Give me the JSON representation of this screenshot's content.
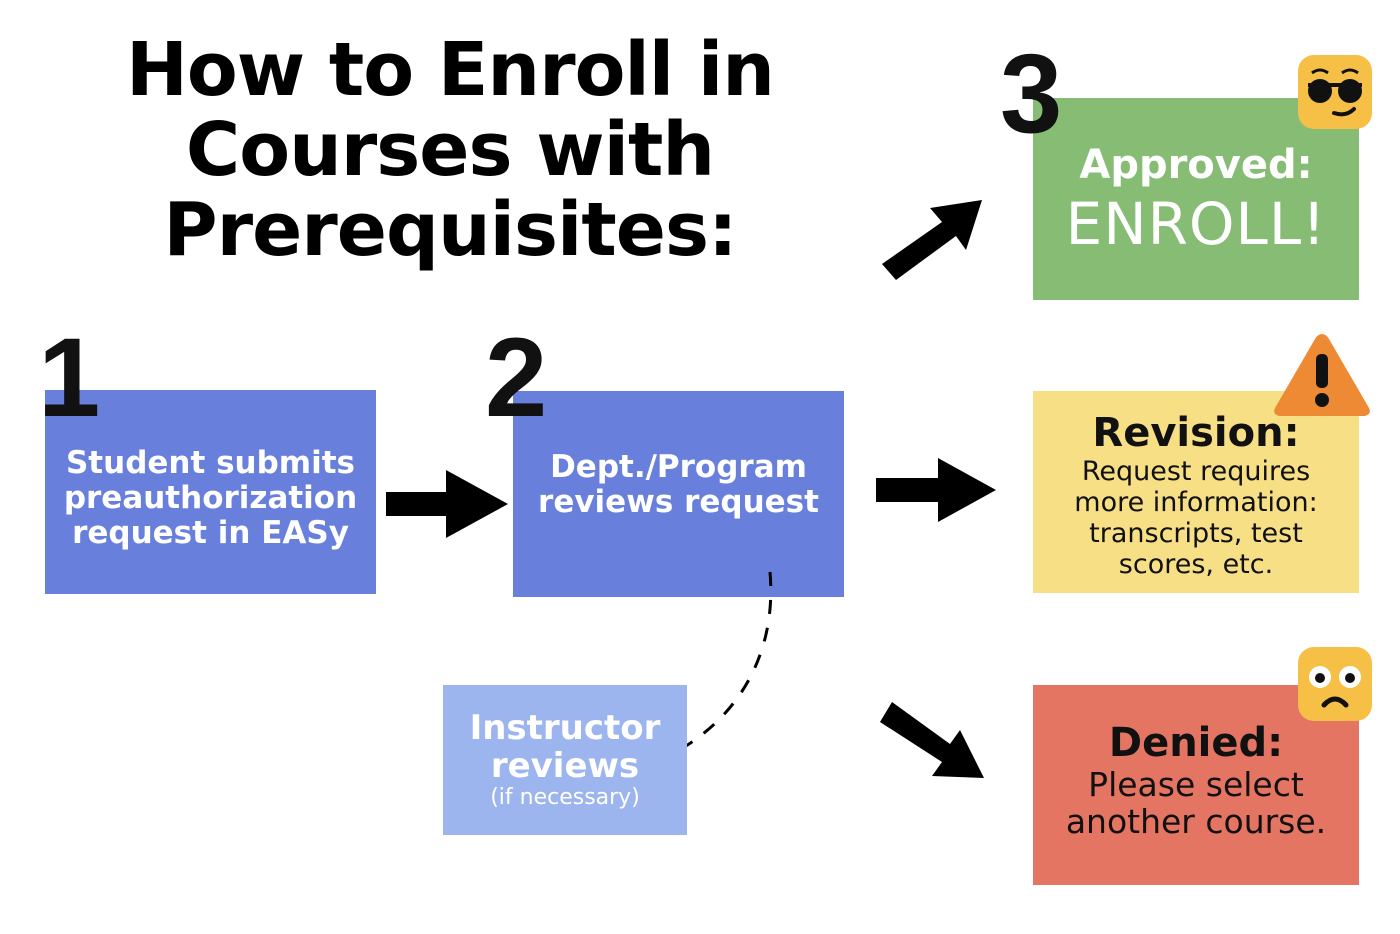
{
  "title": {
    "line1": "How to Enroll in",
    "line2": "Courses with",
    "line3": "Prerequisites:"
  },
  "steps": {
    "step1": {
      "number": "1",
      "lines": [
        "Student submits",
        "preauthorization",
        "request in EASy"
      ]
    },
    "step2": {
      "number": "2",
      "lines": [
        "Dept./Program",
        "reviews request"
      ]
    },
    "step3": {
      "number": "3"
    }
  },
  "instructor": {
    "heading_line1": "Instructor",
    "heading_line2": "reviews",
    "note": "(if necessary)"
  },
  "outcomes": {
    "approved": {
      "heading": "Approved:",
      "body": "ENROLL!",
      "icon": "cool-face-icon"
    },
    "revision": {
      "heading": "Revision:",
      "body_lines": [
        "Request requires",
        "more information:",
        "transcripts, test",
        "scores, etc."
      ],
      "icon": "warning-icon"
    },
    "denied": {
      "heading": "Denied:",
      "body_lines": [
        "Please select",
        "another course."
      ],
      "icon": "worried-face-icon"
    }
  },
  "colors": {
    "step_blue": "#6880dc",
    "instructor_blue": "#9db5ee",
    "approved_green": "#86bc74",
    "revision_yellow": "#f7df86",
    "denied_red": "#e57563",
    "warning_orange": "#ee8a33",
    "emoji_yellow": "#f6c046"
  }
}
